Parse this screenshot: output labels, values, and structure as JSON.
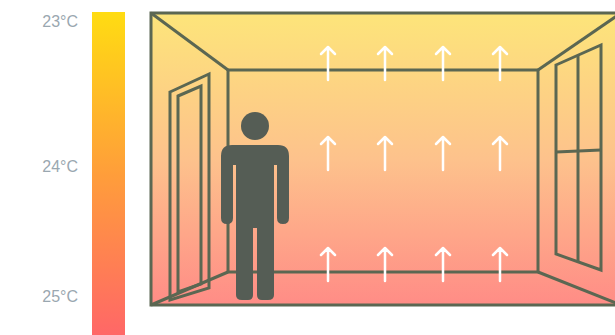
{
  "diagram": {
    "labels": [
      "23°C",
      "24°C",
      "25°C"
    ]
  }
}
